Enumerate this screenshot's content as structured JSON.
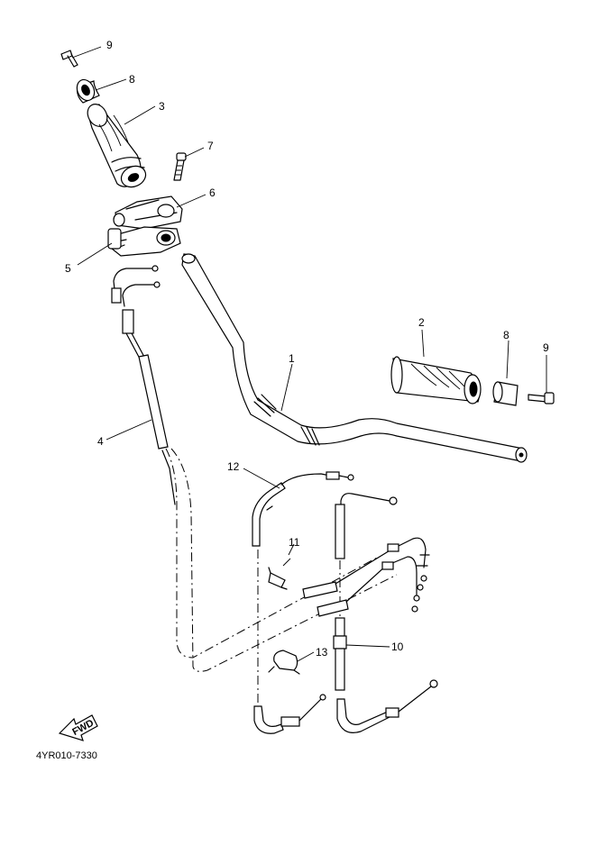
{
  "diagram": {
    "parts": [
      {
        "label": "1"
      },
      {
        "label": "2"
      },
      {
        "label": "3"
      },
      {
        "label": "4"
      },
      {
        "label": "5"
      },
      {
        "label": "6"
      },
      {
        "label": "7"
      },
      {
        "label": "8"
      },
      {
        "label": "8"
      },
      {
        "label": "9"
      },
      {
        "label": "9"
      },
      {
        "label": "10"
      },
      {
        "label": "11"
      },
      {
        "label": "12"
      },
      {
        "label": "13"
      }
    ],
    "fwd_badge": "FWD",
    "drawing_code": "4YR010-7330"
  }
}
